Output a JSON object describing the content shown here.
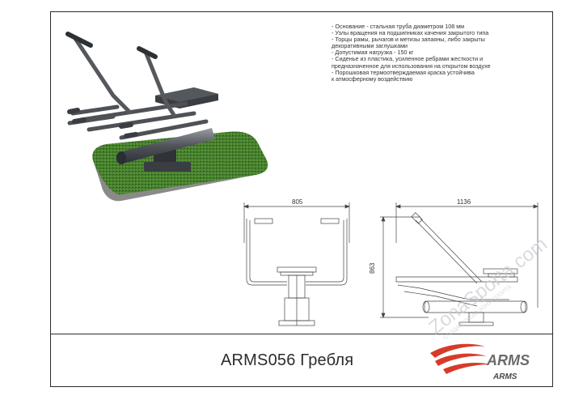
{
  "specs": [
    "- Основание - стальная труба диаметром 108 мм",
    "- Узлы вращения на подшипниках качения закрытого типа",
    "- Торцы рамы, рычагов и метизы запаяны, либо закрыты",
    "декоративными заглушками",
    "- Допустимая нагрузка - 150 кг",
    "- Сиденье из пластика, усиленное ребрами жесткости и",
    "предназначенное для использования на открытом воздухе",
    "- Порошковая термоотверждаемая краска устойчива",
    "к атмосферному воздействию"
  ],
  "dimensions": {
    "front_width": "805",
    "side_length": "1136",
    "height": "863"
  },
  "title": "ARMS056 Гребля",
  "logo": {
    "brand": "ARMS",
    "watermark_site": "ZonaSporta.com",
    "watermark_slogan": "СОЗДАЙ СВОЮ ЗОНУ СПОРТА"
  },
  "colors": {
    "grass": "#3f7a2a",
    "metal": "#5c5f63",
    "logo_red": "#d83a2a",
    "logo_gray": "#6b6b6b"
  }
}
